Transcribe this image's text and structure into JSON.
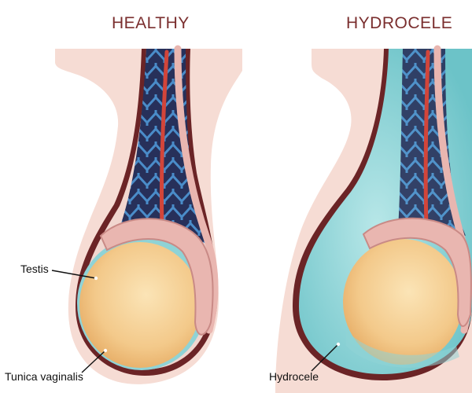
{
  "titles": {
    "healthy": "HEALTHY",
    "hydrocele": "HYDROCELE"
  },
  "labels": {
    "testis": "Testis",
    "tunica_vaginalis": "Tunica vaginalis",
    "hydrocele": "Hydrocele"
  },
  "colors": {
    "title": "#7a2e2e",
    "skin": "#f6dcd4",
    "scrotum_wall": "#6b2426",
    "testis": "#f3c98a",
    "fluid": "#8fd3d6",
    "vessel_blue": "#4a8cc9",
    "vessel_red": "#d2453a",
    "epididymis": "#e9b6b0"
  }
}
